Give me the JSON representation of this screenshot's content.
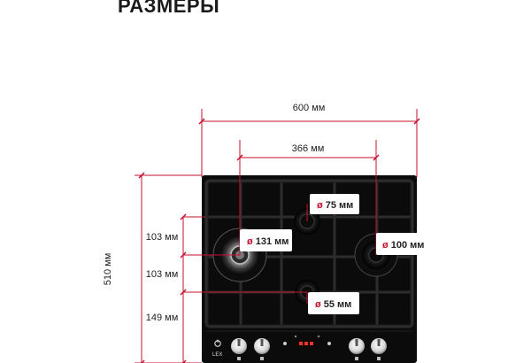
{
  "title": "РАЗМЕРЫ",
  "dimensions": {
    "width": "600 мм",
    "burner_spacing": "366 мм",
    "depth": "510 мм",
    "offset_top": "103 мм",
    "offset_middle": "103 мм",
    "offset_bottom": "149 мм"
  },
  "burners": {
    "small_top": {
      "symbol": "ø",
      "value": "75 мм"
    },
    "large_left": {
      "symbol": "ø",
      "value": "131 мм"
    },
    "right": {
      "symbol": "ø",
      "value": "100 мм"
    },
    "small_bottom": {
      "symbol": "ø",
      "value": "55 мм"
    }
  },
  "brand": "LEX",
  "colors": {
    "dimension_line": "#c8102e",
    "hob_glass": "#0b0b0b",
    "grate": "#262626",
    "display": "#e8362b"
  }
}
